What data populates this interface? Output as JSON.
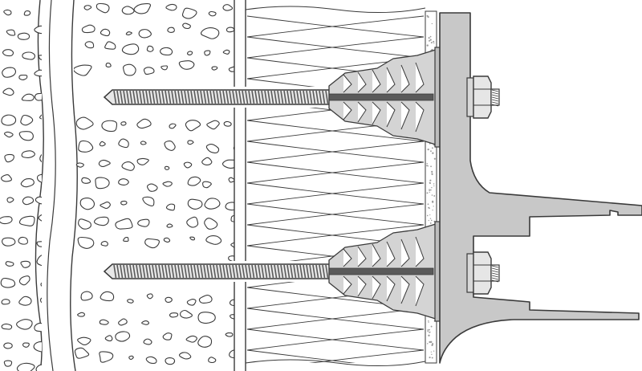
{
  "drawing": {
    "colors": {
      "background": "#ffffff",
      "stroke": "#3a3a3a",
      "bracket_fill": "#c8c8c8",
      "steel_fill": "#bdbdbd",
      "anchor_dark": "#5a5a5a",
      "speckle": "#9a9a9a"
    },
    "layers": [
      "masonry-wall",
      "concrete-wall",
      "insulation",
      "render-plate",
      "wall-bracket"
    ],
    "anchors": [
      {
        "name": "upper-anchor"
      },
      {
        "name": "lower-anchor"
      }
    ]
  }
}
